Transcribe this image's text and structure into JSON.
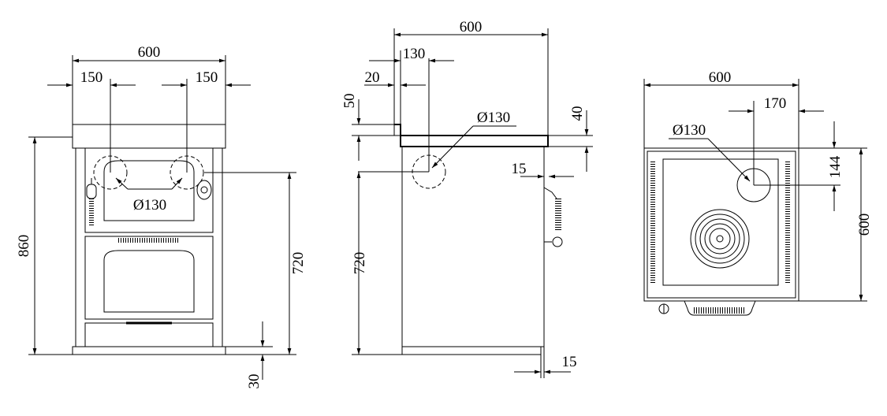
{
  "front_view": {
    "width_label": "600",
    "left_offset_label": "150",
    "right_offset_label": "150",
    "diameter_label": "Ø130",
    "total_height_label": "860",
    "inner_height_label": "720",
    "base_height_label": "30"
  },
  "side_view": {
    "depth_label": "600",
    "offset_130_label": "130",
    "offset_20_label": "20",
    "top_50_label": "50",
    "top_40_label": "40",
    "diameter_label": "Ø130",
    "handle_15_label": "15",
    "height_label": "720",
    "bottom_15_label": "15"
  },
  "top_view": {
    "width_label": "600",
    "offset_170_label": "170",
    "diameter_label": "Ø130",
    "offset_144_label": "144",
    "depth_label": "600"
  }
}
